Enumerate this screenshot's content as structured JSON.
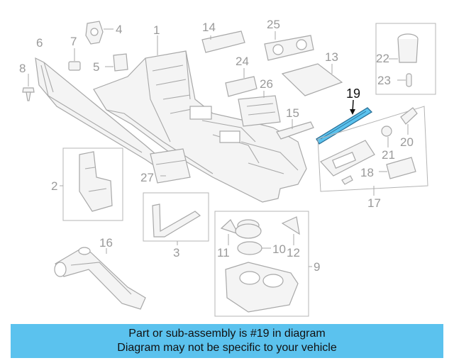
{
  "callouts": {
    "n1": "1",
    "n2": "2",
    "n3": "3",
    "n4": "4",
    "n5": "5",
    "n6": "6",
    "n7": "7",
    "n8": "8",
    "n9": "9",
    "n10": "10",
    "n11": "11",
    "n12": "12",
    "n13": "13",
    "n14": "14",
    "n15": "15",
    "n16": "16",
    "n17": "17",
    "n18": "18",
    "n19": "19",
    "n20": "20",
    "n21": "21",
    "n22": "22",
    "n23": "23",
    "n24": "24",
    "n25": "25",
    "n26": "26",
    "n27": "27"
  },
  "highlight": {
    "part_number": "19",
    "color": "#5bc2ee"
  },
  "banner": {
    "line1": "Part or sub-assembly is #19 in diagram",
    "line2": "Diagram may not be specific to your vehicle",
    "background": "#5bc2ee"
  }
}
